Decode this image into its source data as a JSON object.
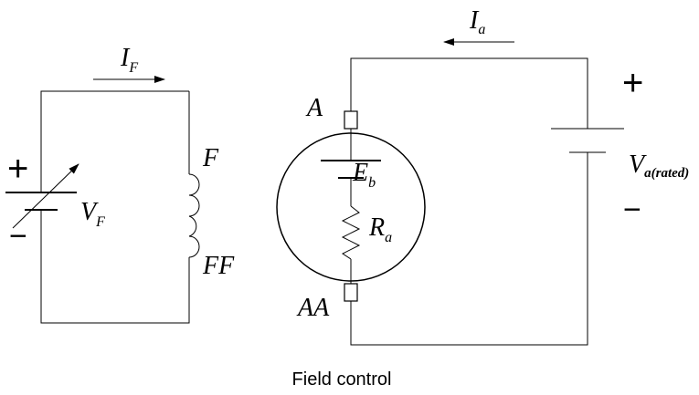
{
  "field_circuit": {
    "current_main": "I",
    "current_sub": "F",
    "source_main": "V",
    "source_sub": "F",
    "source_plus": "+",
    "source_minus": "−",
    "coil_top": "F",
    "coil_bottom": "FF"
  },
  "armature_circuit": {
    "current_main": "I",
    "current_sub": "a",
    "terminal_top": "A",
    "terminal_bottom": "AA",
    "emf_main": "E",
    "emf_sub": "b",
    "resistance_main": "R",
    "resistance_sub": "a",
    "supply_main": "V",
    "supply_sub": "a(rated)",
    "supply_plus": "+",
    "supply_minus": "−"
  },
  "caption": "Field control"
}
